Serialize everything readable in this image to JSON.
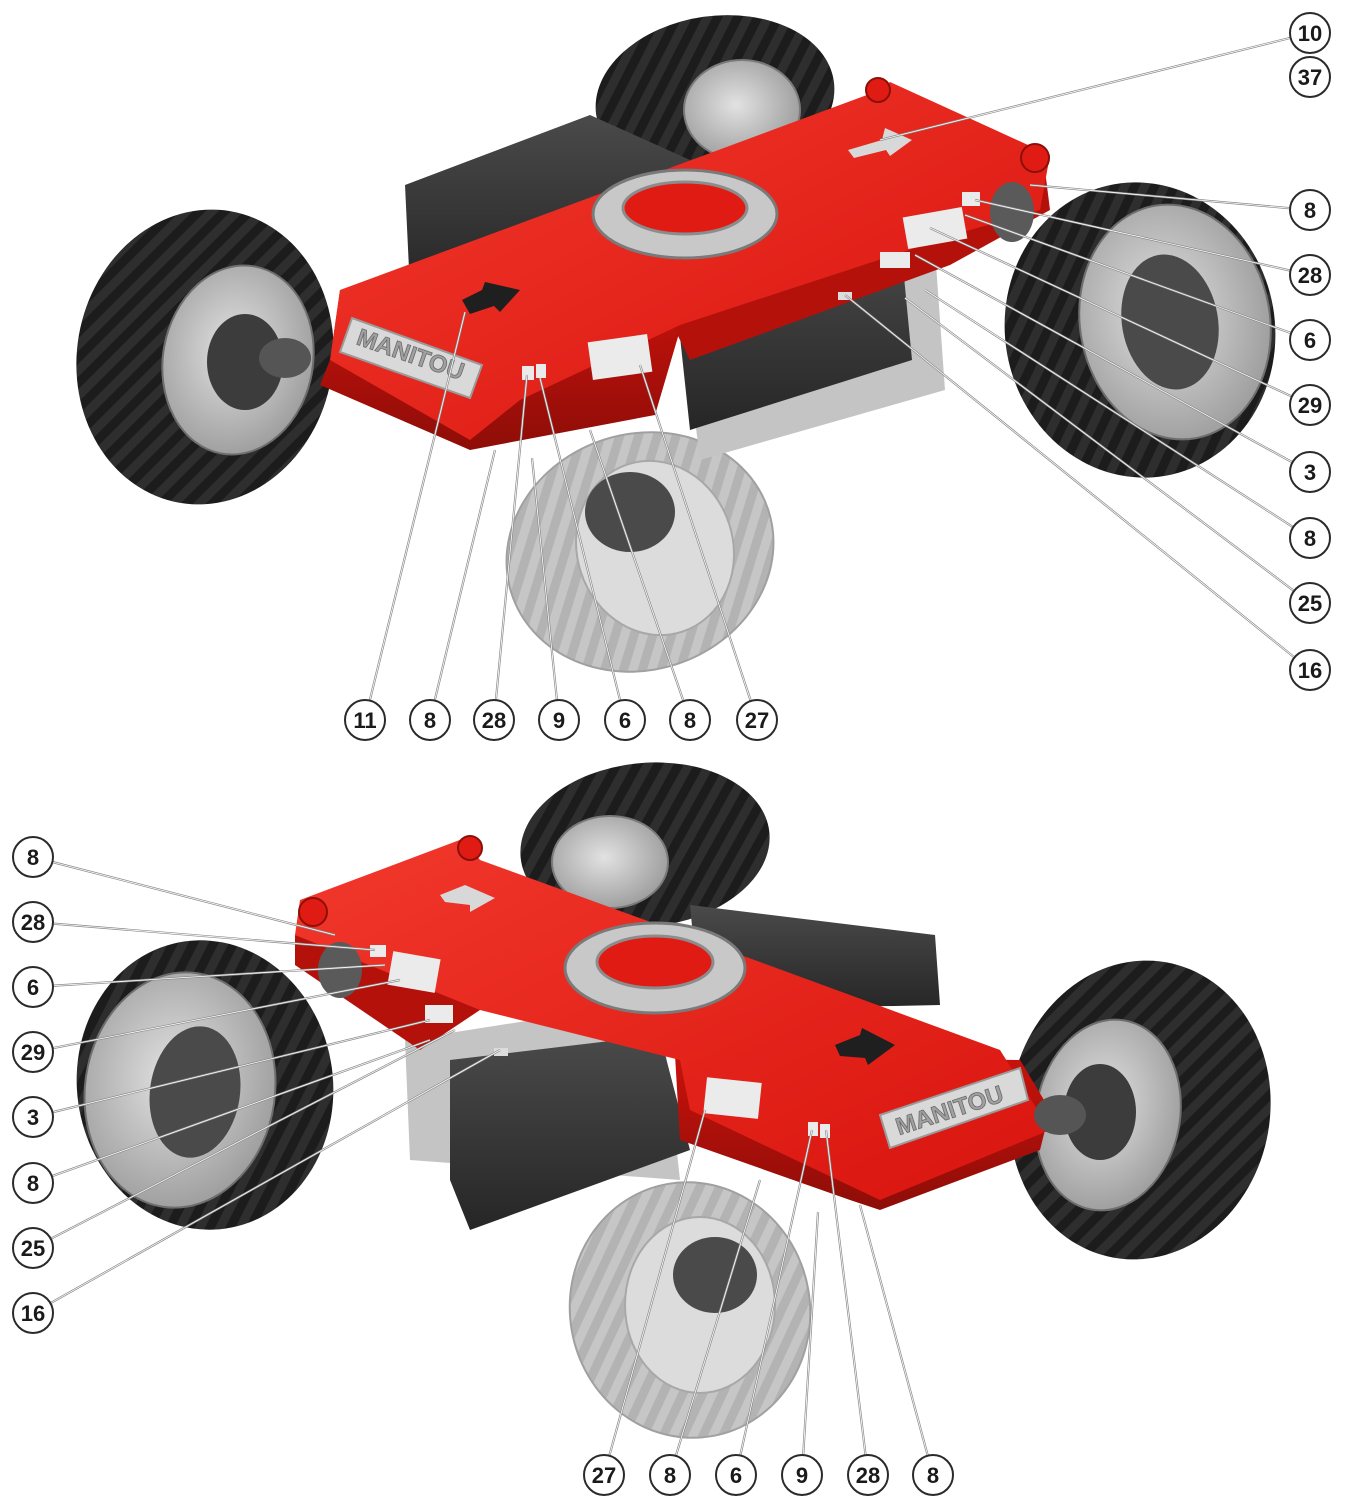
{
  "colors": {
    "chassis_red": "#e01b14",
    "chassis_dark_red": "#a8100b",
    "chassis_light_red": "#f03a2e",
    "tire_black": "#1c1c1c",
    "rim_grey": "#b9b9b9",
    "body_dark": "#3a3a3a",
    "ghost_grey": "#bdbdbd",
    "callout_stroke": "#2a2a2a",
    "leader_grey": "#8a8a8a"
  },
  "views": [
    {
      "name": "top-view",
      "brand": "MANITOU",
      "callouts": [
        {
          "id": "c1",
          "label": "10"
        },
        {
          "id": "c2",
          "label": "37"
        },
        {
          "id": "c3",
          "label": "8"
        },
        {
          "id": "c4",
          "label": "28"
        },
        {
          "id": "c5",
          "label": "6"
        },
        {
          "id": "c6",
          "label": "29"
        },
        {
          "id": "c7",
          "label": "3"
        },
        {
          "id": "c8",
          "label": "8"
        },
        {
          "id": "c9",
          "label": "25"
        },
        {
          "id": "c10",
          "label": "16"
        },
        {
          "id": "c11",
          "label": "11"
        },
        {
          "id": "c12",
          "label": "8"
        },
        {
          "id": "c13",
          "label": "28"
        },
        {
          "id": "c14",
          "label": "9"
        },
        {
          "id": "c15",
          "label": "6"
        },
        {
          "id": "c16",
          "label": "8"
        },
        {
          "id": "c17",
          "label": "27"
        }
      ]
    },
    {
      "name": "bottom-view",
      "brand": "MANITOU",
      "callouts": [
        {
          "id": "d1",
          "label": "8"
        },
        {
          "id": "d2",
          "label": "28"
        },
        {
          "id": "d3",
          "label": "6"
        },
        {
          "id": "d4",
          "label": "29"
        },
        {
          "id": "d5",
          "label": "3"
        },
        {
          "id": "d6",
          "label": "8"
        },
        {
          "id": "d7",
          "label": "25"
        },
        {
          "id": "d8",
          "label": "16"
        },
        {
          "id": "d9",
          "label": "27"
        },
        {
          "id": "d10",
          "label": "8"
        },
        {
          "id": "d11",
          "label": "6"
        },
        {
          "id": "d12",
          "label": "9"
        },
        {
          "id": "d13",
          "label": "28"
        },
        {
          "id": "d14",
          "label": "8"
        }
      ]
    }
  ]
}
